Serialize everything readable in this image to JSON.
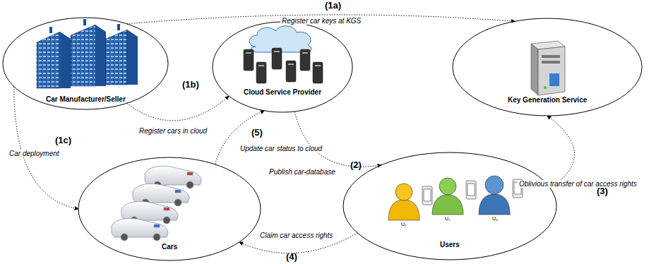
{
  "diagram": {
    "nodes": [
      {
        "text": [
          "Car Manufacturer/Seller"
        ]
      },
      {
        "text": [
          "Cloud Service Provider"
        ]
      },
      {
        "text": [
          "Key Generation Service"
        ]
      },
      {
        "text": [
          "Cars"
        ]
      },
      {
        "text": [
          "Users"
        ]
      }
    ],
    "edges": [
      {
        "from": 0,
        "to": 2,
        "label": "Register car keys at KGS",
        "arrow": "to"
      },
      {
        "from": 0,
        "to": 1,
        "label": "Register cars in cloud",
        "arrow": "to"
      },
      {
        "from": 0,
        "to": 3,
        "label": "Car deployment",
        "arrow": "to"
      },
      {
        "from": 1,
        "to": 4,
        "label": "Publish car-database",
        "arrow": "to"
      },
      {
        "from": 4,
        "to": 2,
        "label": "Oblivious transfer of car access rights",
        "arrow": "both"
      },
      {
        "from": 4,
        "to": 3,
        "label": "Claim car access rights",
        "arrow": "to"
      },
      {
        "from": 3,
        "to": 1,
        "label": "Update car status to cloud",
        "arrow": "to"
      }
    ],
    "labels": [
      "(1a)",
      "(1b)",
      "(1c)",
      "(2)",
      "(3)",
      "(4)",
      "(5)",
      "U₁",
      "U₂",
      "U₃"
    ]
  }
}
